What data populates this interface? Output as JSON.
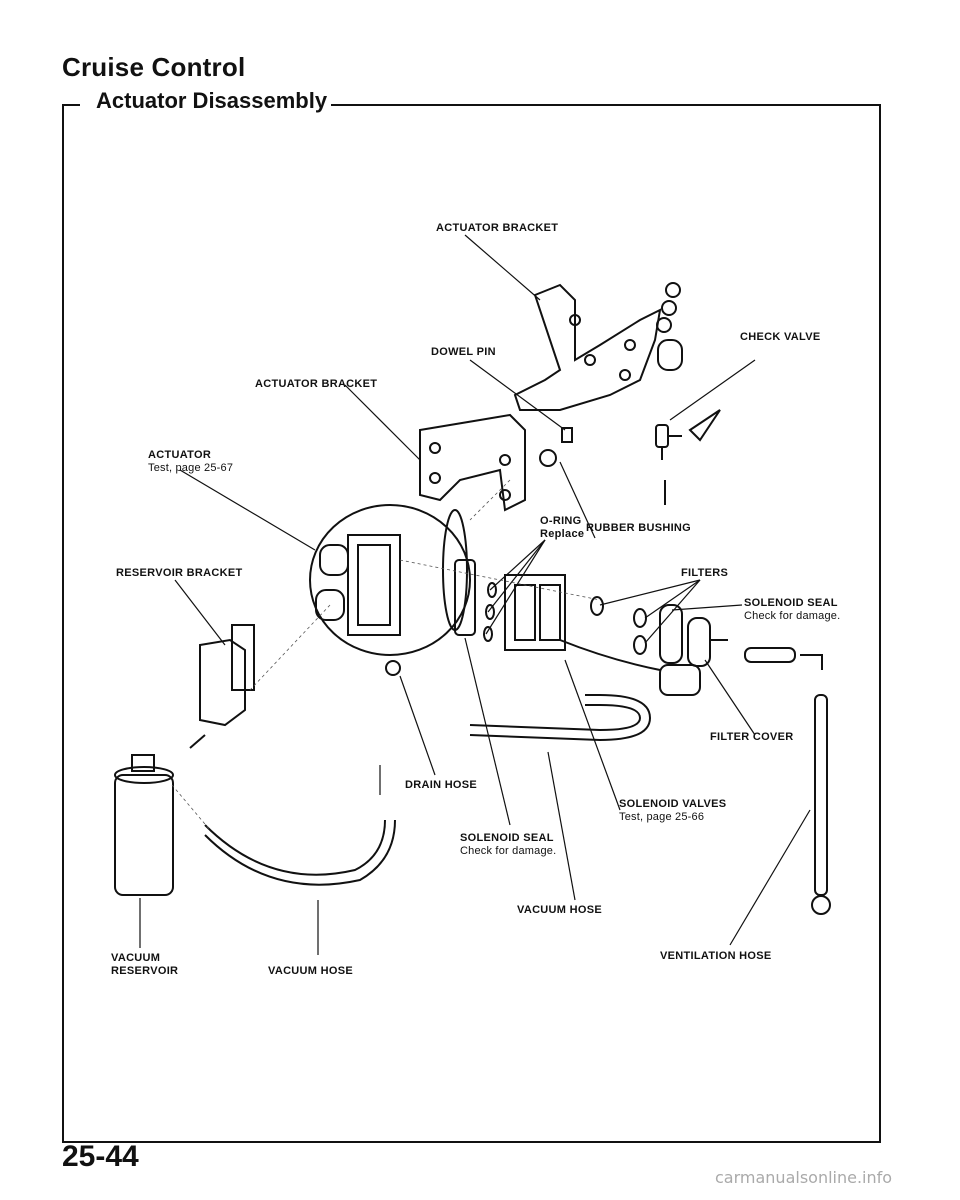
{
  "page": {
    "title": "Cruise Control",
    "section": "Actuator Disassembly",
    "page_number": "25-44",
    "watermark": "carmanualsonline.info"
  },
  "labels": {
    "actuator_bracket_top": "ACTUATOR BRACKET",
    "dowel_pin": "DOWEL PIN",
    "check_valve": "CHECK VALVE",
    "actuator_bracket_mid": "ACTUATOR BRACKET",
    "actuator": "ACTUATOR",
    "actuator_ref": "Test, page 25-67",
    "o_ring": "O-RING",
    "o_ring_note": "Replace",
    "rubber_bushing": "RUBBER BUSHING",
    "reservoir_bracket": "RESERVOIR BRACKET",
    "filters": "FILTERS",
    "solenoid_seal_right": "SOLENOID SEAL",
    "solenoid_seal_right_note": "Check for damage.",
    "filter_cover": "FILTER COVER",
    "drain_hose": "DRAIN HOSE",
    "solenoid_valves": "SOLENOID VALVES",
    "solenoid_valves_ref": "Test, page 25-66",
    "solenoid_seal_bottom": "SOLENOID SEAL",
    "solenoid_seal_bottom_note": "Check for damage.",
    "vacuum_hose_mid": "VACUUM HOSE",
    "vacuum_reservoir_1": "VACUUM",
    "vacuum_reservoir_2": "RESERVOIR",
    "vacuum_hose_bottom": "VACUUM HOSE",
    "ventilation_hose": "VENTILATION HOSE"
  }
}
